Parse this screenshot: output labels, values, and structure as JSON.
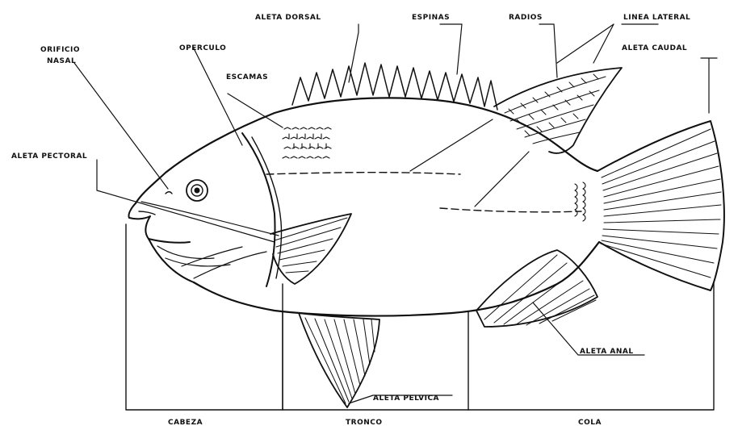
{
  "labels": {
    "aleta_dorsal": "ALETA DORSAL",
    "espinas": "ESPINAS",
    "radios": "RADIOS",
    "linea_lateral": "LINEA LATERAL",
    "aleta_caudal": "ALETA CAUDAL",
    "orificio": "ORIFICIO",
    "nasal": "NASAL",
    "operculo": "OPERCULO",
    "escamas": "ESCAMAS",
    "aleta_pectoral": "ALETA PECTORAL",
    "aleta_anal": "ALETA ANAL",
    "aleta_pelvica": "ALETA PELVICA",
    "cabeza": "CABEZA",
    "tronco": "TRONCO",
    "cola": "COLA"
  }
}
